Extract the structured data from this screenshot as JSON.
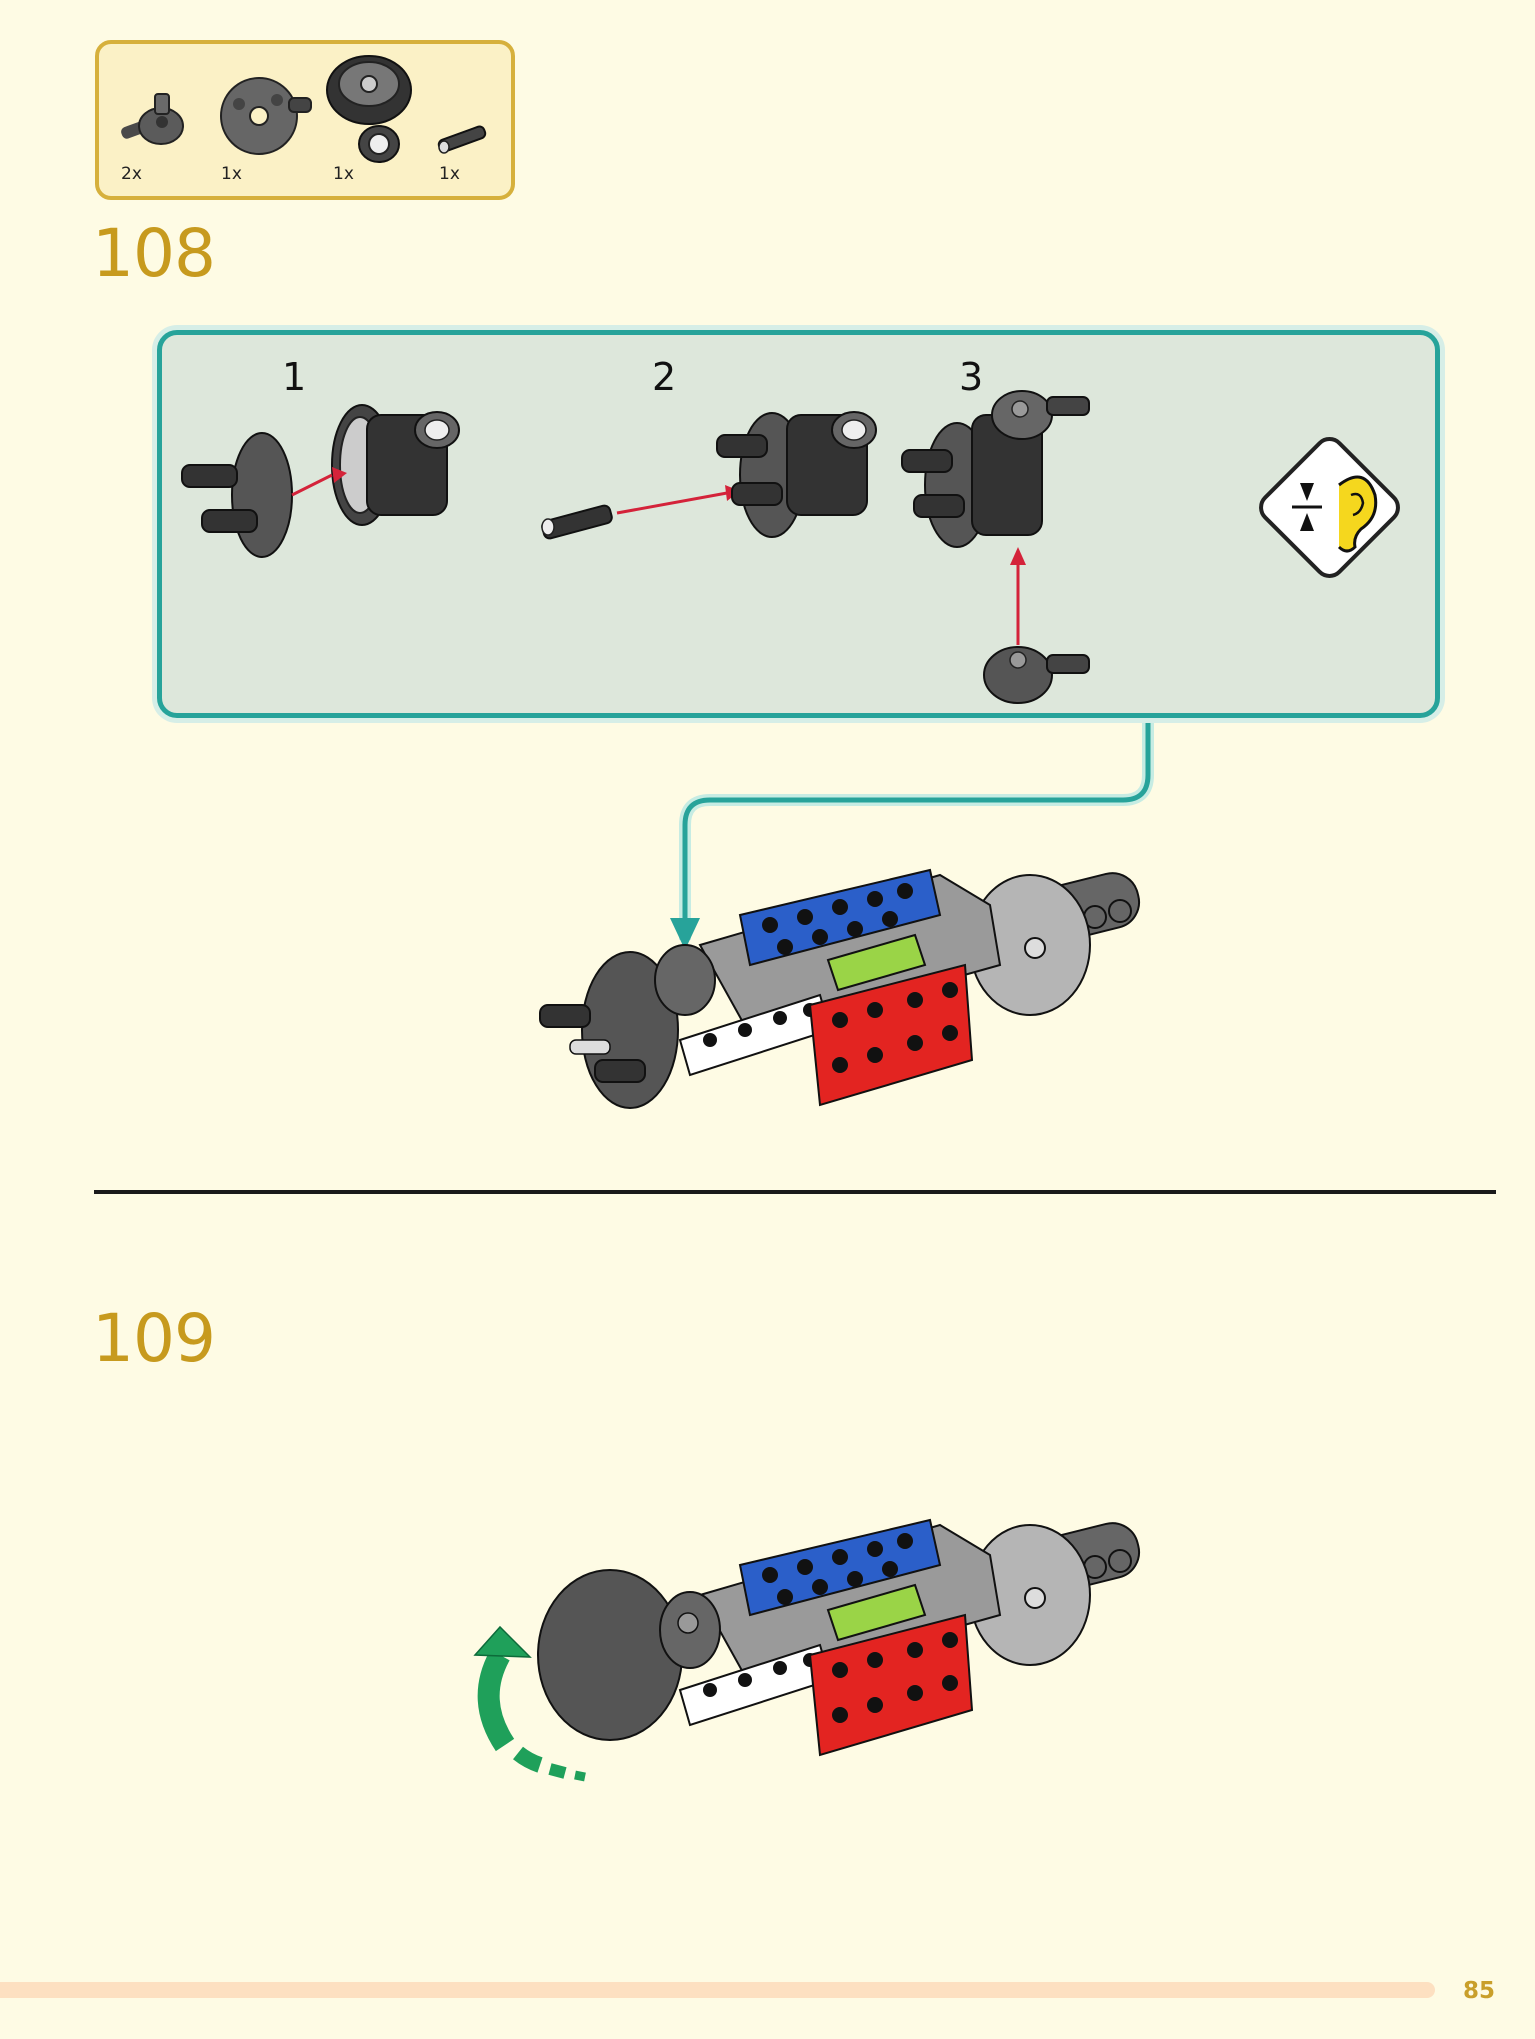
{
  "parts": [
    {
      "icon": "connector-peg-icon",
      "qty": "2x"
    },
    {
      "icon": "wheel-hub-icon",
      "qty": "1x"
    },
    {
      "icon": "tire-assembly-icon",
      "qty": "1x"
    },
    {
      "icon": "axle-pin-icon",
      "qty": "1x"
    }
  ],
  "steps": [
    {
      "number": "108",
      "substeps": [
        "1",
        "2",
        "3"
      ]
    },
    {
      "number": "109"
    }
  ],
  "page_number": "85",
  "colors": {
    "background": "#fefbe4",
    "step_number": "#c79a1e",
    "panel_border": "#27a39a",
    "arrow_red": "#d4233a",
    "rotate_arrow": "#1fa05a"
  }
}
